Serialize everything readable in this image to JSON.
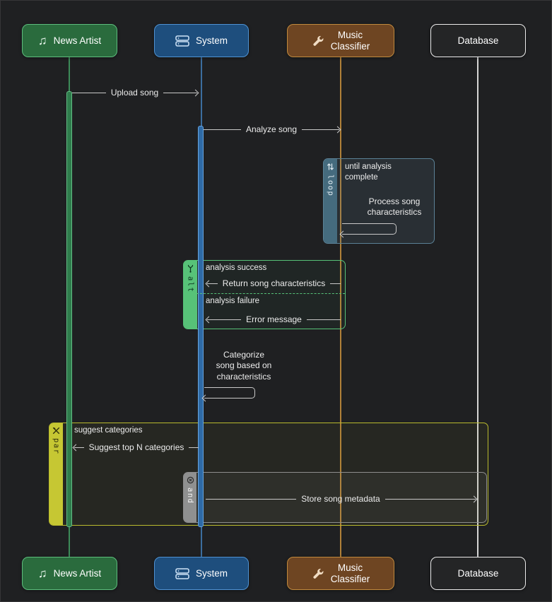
{
  "diagram": {
    "type": "sequence-diagram",
    "background": "#1f2022"
  },
  "participants": [
    {
      "name": "News Artist",
      "icon": "music-note-icon",
      "accent": "#5dbd7d",
      "fill": "#2a6b3d"
    },
    {
      "name": "System",
      "icon": "server-icon",
      "accent": "#4f92d2",
      "fill": "#1e4e7d"
    },
    {
      "name": "Music\nClassifier",
      "icon": "wrench-icon",
      "accent": "#c08a3e",
      "fill": "#6e4522"
    },
    {
      "name": "Database",
      "icon": "none",
      "accent": "#ececec",
      "fill": "#242526"
    }
  ],
  "messages": {
    "upload": "Upload song",
    "analyze": "Analyze song",
    "process": "Process song\ncharacteristics",
    "return_success": "Return song characteristics",
    "error": "Error message",
    "categorize": "Categorize\nsong based on\ncharacteristics",
    "suggest": "Suggest top N categories",
    "store": "Store song metadata"
  },
  "fragments": {
    "loop": {
      "label": "loop",
      "icon": "repeat-icon",
      "condition": "until analysis\ncomplete",
      "color": "#456b7e"
    },
    "alt": {
      "label": "alt",
      "icon": "branch-icon",
      "case_success": "analysis success",
      "case_failure": "analysis failure",
      "color": "#57c278"
    },
    "par": {
      "label": "par",
      "icon": "tools-icon",
      "condition": "suggest categories",
      "color": "#c6c733"
    },
    "and": {
      "label": "and",
      "icon": "circle-x-icon",
      "color": "#8f9090"
    }
  }
}
